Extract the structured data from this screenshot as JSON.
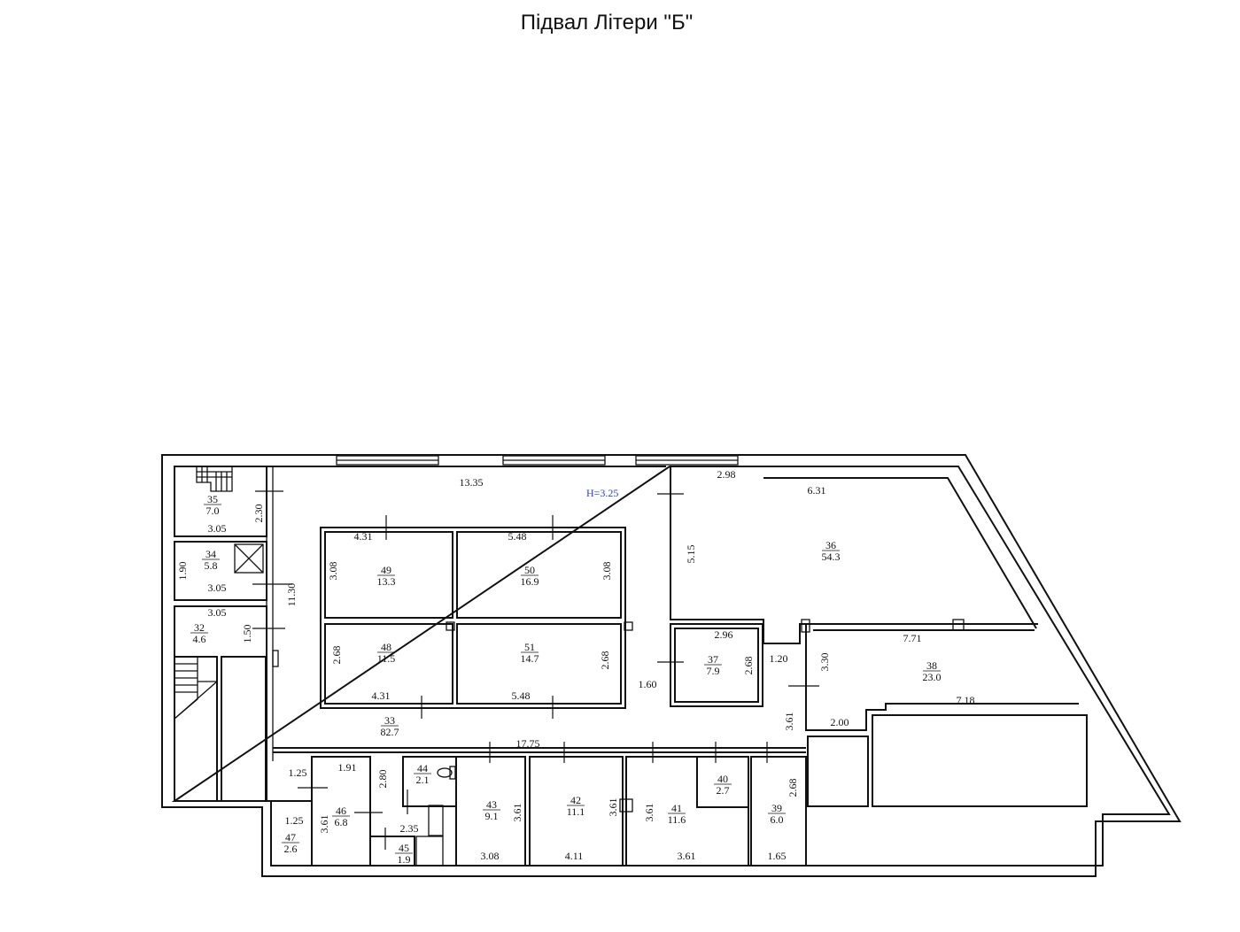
{
  "title": "Підвал Літери \"Б\"",
  "height_note": "H=3.25",
  "rooms": [
    {
      "id": "35",
      "no": "35",
      "area": "7.0"
    },
    {
      "id": "34",
      "no": "34",
      "area": "5.8"
    },
    {
      "id": "32",
      "no": "32",
      "area": "4.6"
    },
    {
      "id": "49",
      "no": "49",
      "area": "13.3"
    },
    {
      "id": "50",
      "no": "50",
      "area": "16.9"
    },
    {
      "id": "48",
      "no": "48",
      "area": "11.5"
    },
    {
      "id": "51",
      "no": "51",
      "area": "14.7"
    },
    {
      "id": "33",
      "no": "33",
      "area": "82.7"
    },
    {
      "id": "36",
      "no": "36",
      "area": "54.3"
    },
    {
      "id": "37",
      "no": "37",
      "area": "7.9"
    },
    {
      "id": "38",
      "no": "38",
      "area": "23.0"
    },
    {
      "id": "44",
      "no": "44",
      "area": "2.1"
    },
    {
      "id": "43",
      "no": "43",
      "area": "9.1"
    },
    {
      "id": "42",
      "no": "42",
      "area": "11.1"
    },
    {
      "id": "41",
      "no": "41",
      "area": "11.6"
    },
    {
      "id": "40",
      "no": "40",
      "area": "2.7"
    },
    {
      "id": "39",
      "no": "39",
      "area": "6.0"
    },
    {
      "id": "46",
      "no": "46",
      "area": "6.8"
    },
    {
      "id": "47",
      "no": "47",
      "area": "2.6"
    },
    {
      "id": "45",
      "no": "45",
      "area": "1.9"
    }
  ],
  "dimensions": [
    "13.35",
    "2.30",
    "3.05",
    "1.90",
    "3.05",
    "11.30",
    "3.05",
    "1.50",
    "4.31",
    "5.48",
    "3.08",
    "3.08",
    "2.68",
    "2.68",
    "4.31",
    "5.48",
    "2.98",
    "6.31",
    "5.15",
    "2.96",
    "2.68",
    "1.60",
    "1.20",
    "3.30",
    "7.71",
    "7.18",
    "2.00",
    "3.61",
    "17.75",
    "1.25",
    "1.91",
    "2.80",
    "1.25",
    "3.61",
    "2.35",
    "3.61",
    "3.61",
    "3.61",
    "2.68",
    "3.08",
    "4.11",
    "3.61",
    "1.65"
  ]
}
